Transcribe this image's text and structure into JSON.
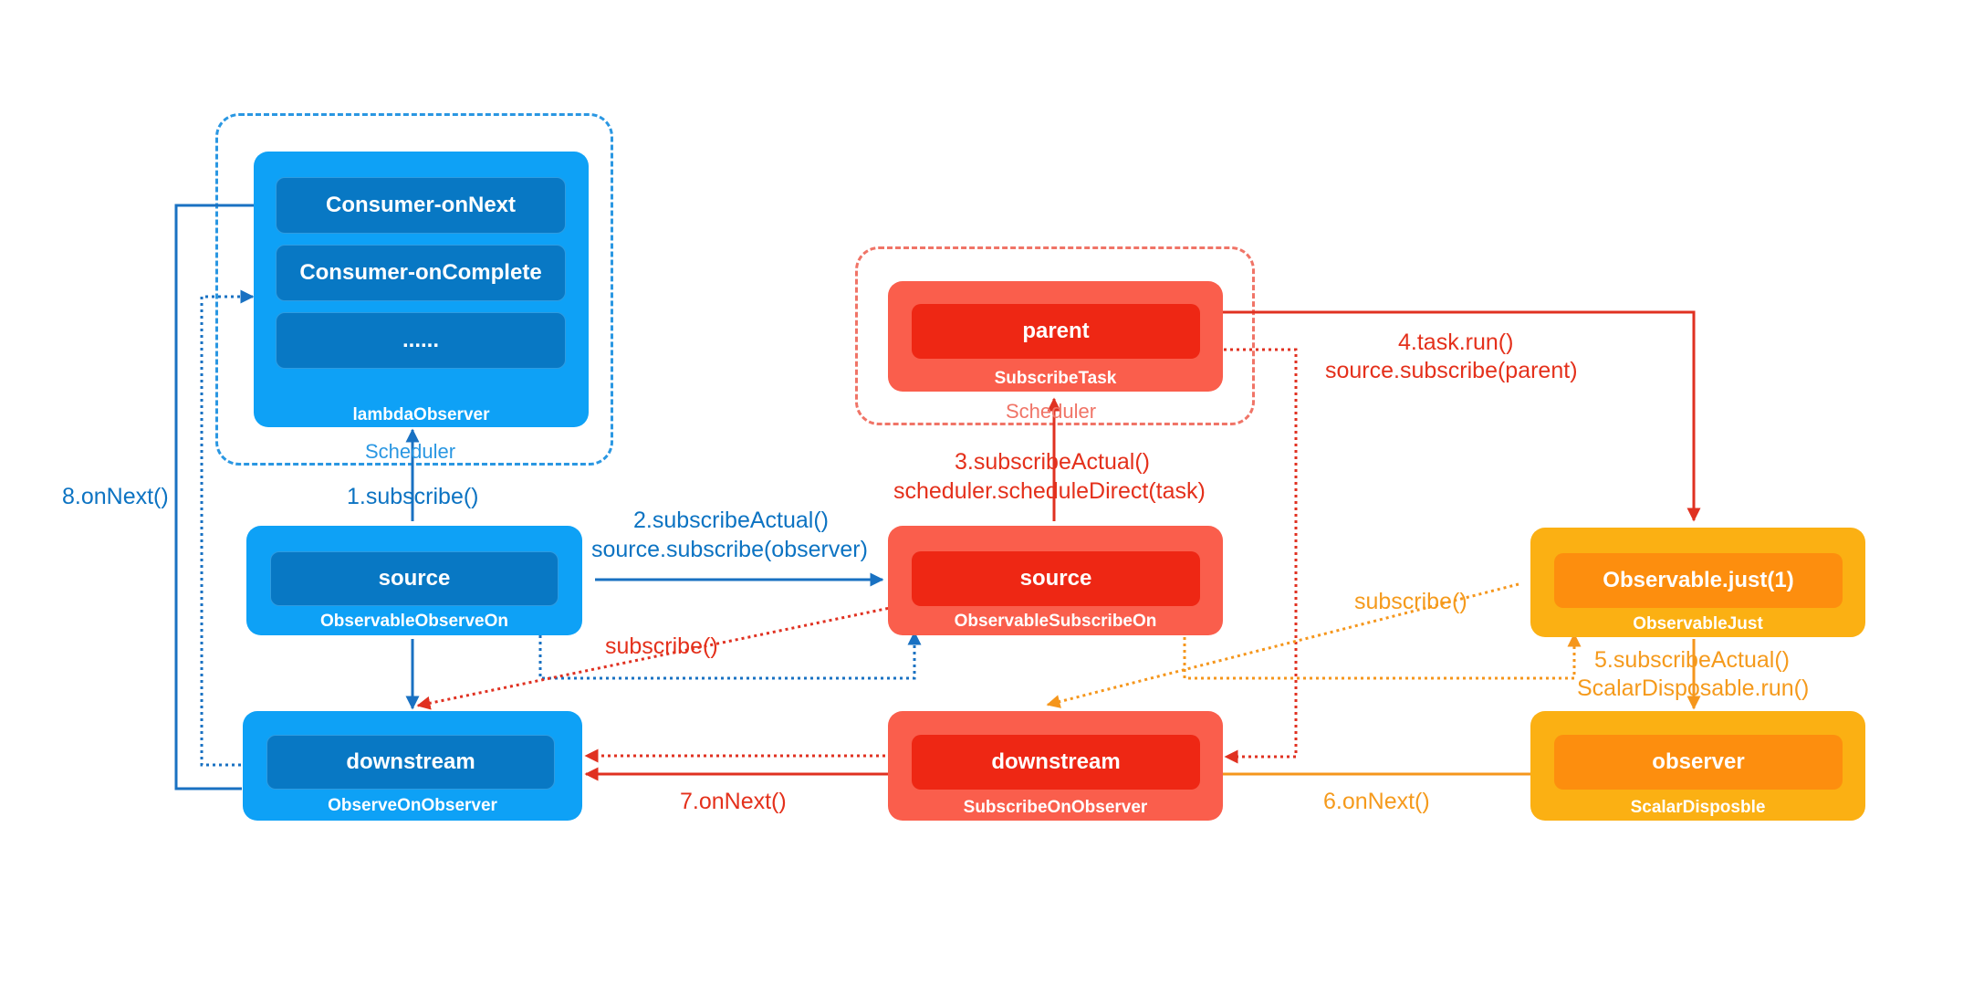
{
  "colors": {
    "blue": "#0ea1f6",
    "blue_dark": "#0878c4",
    "blue_arrow": "#1971c2",
    "red": "#fa5e4c",
    "red_dark": "#ee2714",
    "red_arrow": "#e03121",
    "amber": "#fbb013",
    "orange": "#fd8e0e",
    "orange_arrow": "#f5961c"
  },
  "blue_group": {
    "scheduler_label": "Scheduler",
    "lambda_observer": {
      "caption": "lambdaObserver",
      "items": [
        "Consumer-onNext",
        "Consumer-onComplete",
        "......"
      ]
    },
    "observe_on": {
      "inner": "source",
      "caption": "ObservableObserveOn"
    },
    "observer": {
      "inner": "downstream",
      "caption": "ObserveOnObserver"
    }
  },
  "red_group": {
    "scheduler_label": "Scheduler",
    "task": {
      "inner": "parent",
      "caption": "SubscribeTask"
    },
    "subscribe_on": {
      "inner": "source",
      "caption": "ObservableSubscribeOn"
    },
    "observer": {
      "inner": "downstream",
      "caption": "SubscribeOnObserver"
    }
  },
  "amber_group": {
    "just": {
      "inner": "Observable.just(1)",
      "caption": "ObservableJust"
    },
    "observer": {
      "inner": "observer",
      "caption": "ScalarDisposble"
    }
  },
  "labels": {
    "step1": "1.subscribe()",
    "step2_a": "2.subscribeActual()",
    "step2_b": "source.subscribe(observer)",
    "step3_a": "3.subscribeActual()",
    "step3_b": "scheduler.scheduleDirect(task)",
    "step4_a": "4.task.run()",
    "step4_b": "source.subscribe(parent)",
    "step5_a": "5.subscribeActual()",
    "step5_b": "ScalarDisposable.run()",
    "step6": "6.onNext()",
    "step7": "7.onNext()",
    "step8": "8.onNext()",
    "subscribe_red": "subscribe()",
    "subscribe_orange": "subscribe()"
  }
}
